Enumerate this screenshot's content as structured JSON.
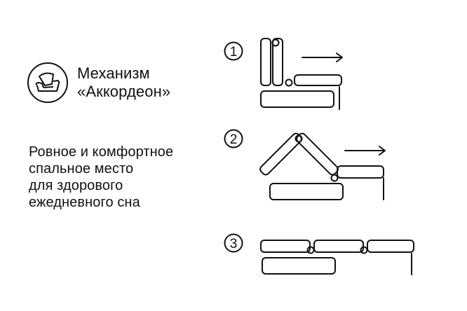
{
  "header": {
    "title_line1": "Механизм",
    "title_line2": "«Аккордеон»",
    "logo_icon": "sofa-icon"
  },
  "description": {
    "line1": "Ровное и комфортное",
    "line2": "спальное место",
    "line3": "для здорового",
    "line4": "ежедневного сна"
  },
  "steps": [
    {
      "number": "1"
    },
    {
      "number": "2"
    },
    {
      "number": "3"
    }
  ],
  "colors": {
    "stroke": "#111111",
    "background": "#ffffff"
  }
}
